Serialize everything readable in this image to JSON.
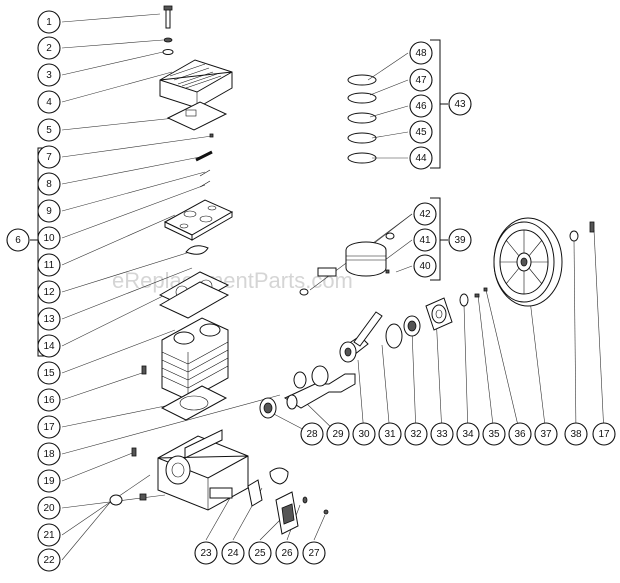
{
  "watermark": "eReplacementParts.com",
  "callouts": [
    "1",
    "2",
    "3",
    "4",
    "5",
    "7",
    "8",
    "9",
    "10",
    "11",
    "12",
    "13",
    "14",
    "15",
    "16",
    "17",
    "18",
    "19",
    "20",
    "21",
    "22",
    "6",
    "48",
    "47",
    "46",
    "45",
    "44",
    "43",
    "42",
    "41",
    "40",
    "39",
    "23",
    "24",
    "25",
    "26",
    "27",
    "28",
    "29",
    "30",
    "31",
    "32",
    "33",
    "34",
    "35",
    "36",
    "37",
    "38",
    "17"
  ]
}
